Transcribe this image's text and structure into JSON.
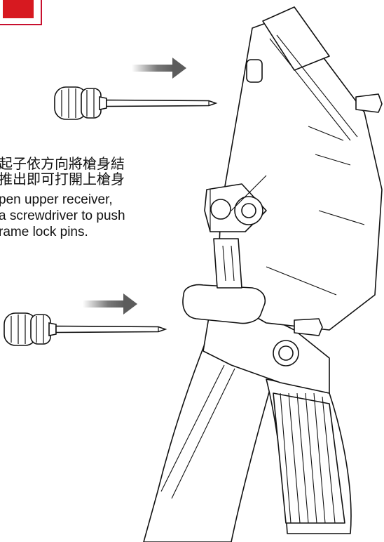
{
  "instructions": {
    "zh": [
      "起子依方向將槍身結",
      "推出即可打開上槍身"
    ],
    "en": [
      "pen upper receiver,",
      "a screwdriver to push",
      "rame lock pins."
    ]
  },
  "colors": {
    "badge_red": "#d71920",
    "line": "#111111",
    "arrow_gray": "#6e6e6e"
  },
  "icons": {
    "badge": "red-step-badge-icon",
    "arrow": "right-arrow-icon",
    "tool": "screwdriver-icon",
    "subject": "rifle-receiver-illustration"
  }
}
